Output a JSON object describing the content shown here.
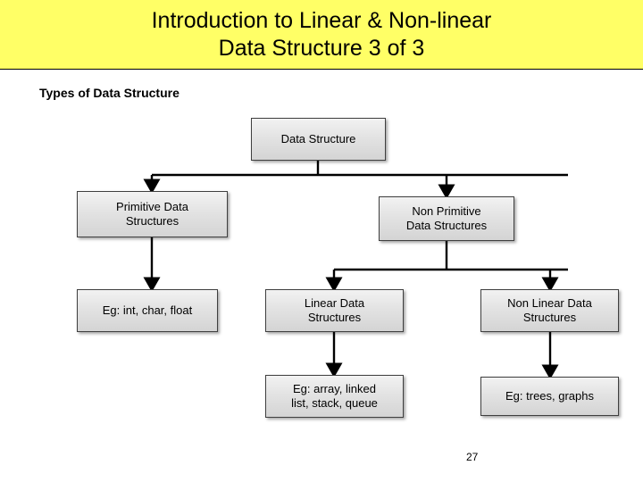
{
  "title": {
    "line1": "Introduction to Linear & Non-linear",
    "line2": "Data Structure 3 of 3",
    "background_color": "#ffff66"
  },
  "section_heading": "Types of Data Structure",
  "diagram": {
    "type": "tree",
    "nodes": [
      {
        "id": "data-structure",
        "label": "Data Structure"
      },
      {
        "id": "primitive",
        "label": "Primitive Data\nStructures"
      },
      {
        "id": "non-primitive",
        "label": "Non Primitive\nData Structures"
      },
      {
        "id": "eg-primitive",
        "label": "Eg: int, char, float"
      },
      {
        "id": "linear",
        "label": "Linear Data\nStructures"
      },
      {
        "id": "non-linear",
        "label": "Non Linear Data\nStructures"
      },
      {
        "id": "eg-linear",
        "label": "Eg: array, linked\nlist, stack, queue"
      },
      {
        "id": "eg-non-linear",
        "label": "Eg: trees, graphs"
      }
    ],
    "edges": [
      {
        "from": "data-structure",
        "to": "primitive"
      },
      {
        "from": "data-structure",
        "to": "non-primitive"
      },
      {
        "from": "primitive",
        "to": "eg-primitive"
      },
      {
        "from": "non-primitive",
        "to": "linear"
      },
      {
        "from": "non-primitive",
        "to": "non-linear"
      },
      {
        "from": "linear",
        "to": "eg-linear"
      },
      {
        "from": "non-linear",
        "to": "eg-non-linear"
      }
    ],
    "node_fill_color": "#e3e3e3",
    "node_border_color": "#3f3f3f",
    "connector_color": "#000000"
  },
  "page_number": "27"
}
